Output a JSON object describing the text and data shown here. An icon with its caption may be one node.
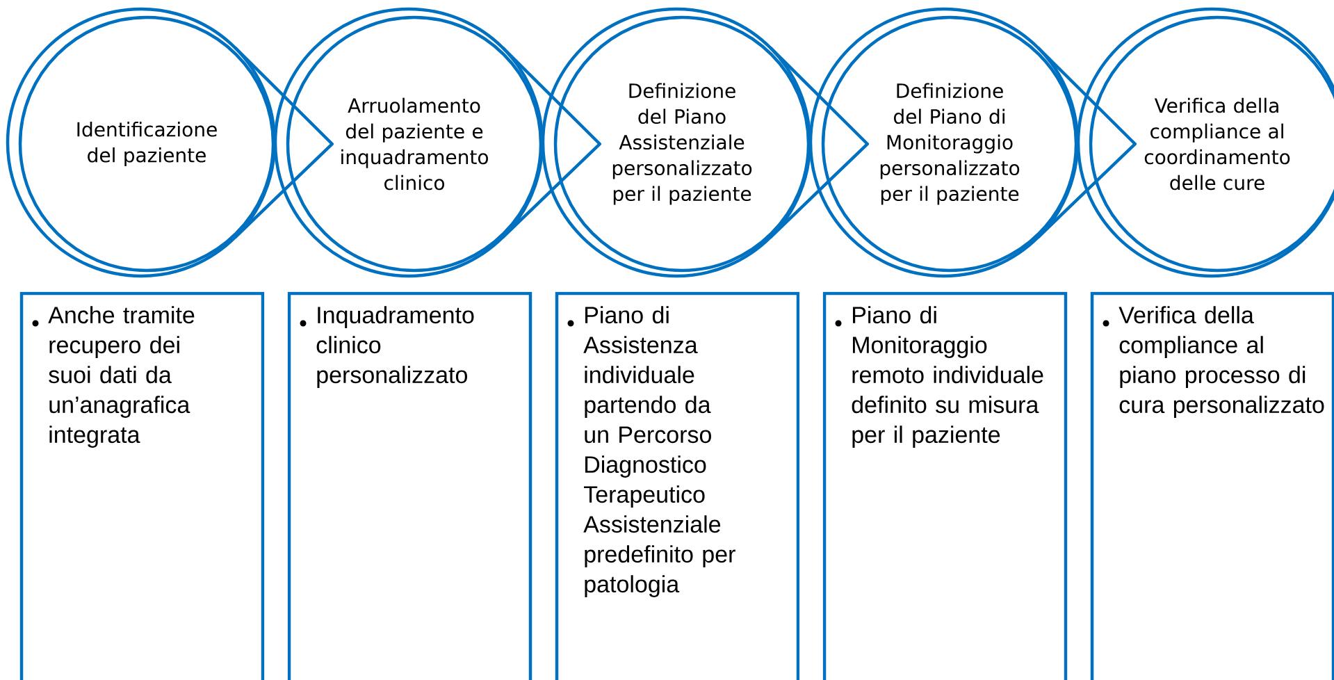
{
  "diagram": {
    "nodes": [
      {
        "text": [
          "Identificazione del paziente"
        ]
      },
      {
        "text": [
          "Arruolamento del paziente e inquadramento clinico"
        ]
      },
      {
        "text": [
          "Definizione del Piano Assistenziale personalizzato per il paziente"
        ]
      },
      {
        "text": [
          "Definizione del Piano di Monitoraggio personalizzato per il paziente"
        ]
      },
      {
        "text": [
          "Verifica della compliance al coordinamento delle cure"
        ]
      },
      {
        "text": [
          "Anche tramite recupero dei suoi dati da un’anagrafica integrata"
        ]
      },
      {
        "text": [
          "Inquadramento clinico personalizzato"
        ]
      },
      {
        "text": [
          "Piano di Assistenza individuale partendo da un Percorso Diagnostico Terapeutico Assistenziale predefinito per patologia"
        ]
      },
      {
        "text": [
          "Piano di Monitoraggio remoto individuale definito su misura per il paziente"
        ]
      },
      {
        "text": [
          "Verifica della compliance al piano processo di cura personalizzato"
        ]
      }
    ],
    "edges": [
      {
        "from": 0,
        "to": 1,
        "arrow": "none"
      },
      {
        "from": 1,
        "to": 2,
        "arrow": "none"
      },
      {
        "from": 2,
        "to": 3,
        "arrow": "none"
      },
      {
        "from": 3,
        "to": 4,
        "arrow": "none"
      }
    ]
  }
}
